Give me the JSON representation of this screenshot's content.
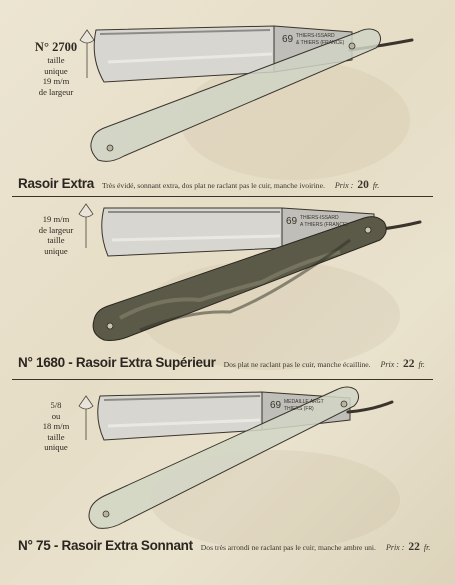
{
  "items": [
    {
      "spec": {
        "number": "N° 2700",
        "lines": [
          "taille",
          "unique",
          "19 m/m",
          "de largeur"
        ]
      },
      "stamp": {
        "code": "69",
        "lines": [
          "THIERS-ISSARD",
          "& THIERS (FRANCE)"
        ]
      },
      "caption": {
        "title": "Rasoir Extra",
        "description": "Très évidé, sonnant extra, dos plat ne raclant pas le cuir, manche ivoirine.",
        "price_label": "Prix :",
        "price_value": "20",
        "price_unit": "fr."
      }
    },
    {
      "spec": {
        "lines": [
          "19 m/m",
          "de largeur",
          "taille",
          "unique"
        ]
      },
      "stamp": {
        "code": "69",
        "lines": [
          "THIERS-ISSARD",
          "A THIERS (FRANCE)"
        ]
      },
      "caption": {
        "title": "N° 1680 - Rasoir Extra Supérieur",
        "description": "Dos plat ne raclant pas le cuir, manche écailline.",
        "price_label": "Prix :",
        "price_value": "22",
        "price_unit": "fr."
      }
    },
    {
      "spec": {
        "lines": [
          "5/8",
          "ou",
          "18 m/m",
          "taille",
          "unique"
        ]
      },
      "stamp": {
        "code": "69",
        "lines": [
          "MEDAILLE ARGT",
          "THIERS (FR)"
        ]
      },
      "caption": {
        "title": "N° 75 - Rasoir Extra Sonnant",
        "description": "Dos très arrondi ne raclant pas le cuir, manche ambre uni.",
        "price_label": "Prix :",
        "price_value": "22",
        "price_unit": "fr."
      }
    }
  ]
}
